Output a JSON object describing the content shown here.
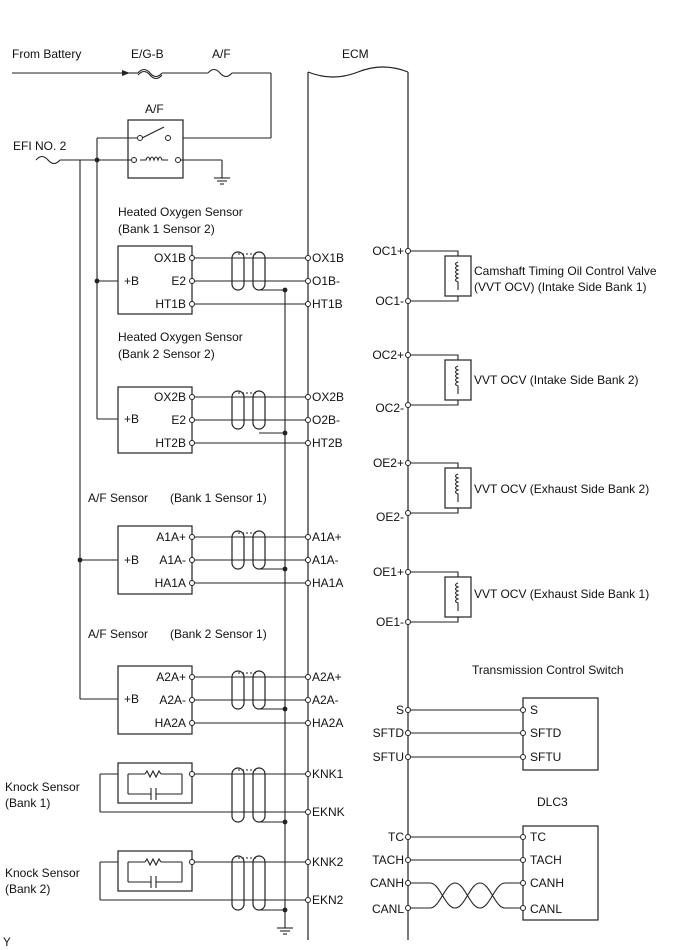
{
  "supply": {
    "from_battery": "From Battery",
    "fuse_egb": "E/G-B",
    "fuse_af": "A/F",
    "relay_af": "A/F",
    "efi_no2": "EFI NO. 2"
  },
  "ecm": {
    "title": "ECM"
  },
  "ho2_b1": {
    "title_line1": "Heated Oxygen Sensor",
    "title_line2": "(Bank 1 Sensor 2)",
    "pins": [
      "OX1B",
      "E2",
      "HT1B"
    ],
    "plus_b": "+B",
    "ecm_pins": [
      "OX1B",
      "O1B-",
      "HT1B"
    ]
  },
  "ho2_b2": {
    "title_line1": "Heated Oxygen Sensor",
    "title_line2": "(Bank 2 Sensor 2)",
    "pins": [
      "OX2B",
      "E2",
      "HT2B"
    ],
    "plus_b": "+B",
    "ecm_pins": [
      "OX2B",
      "O2B-",
      "HT2B"
    ]
  },
  "af_b1": {
    "title": "A/F Sensor",
    "title_bank": "(Bank 1 Sensor 1)",
    "pins": [
      "A1A+",
      "A1A-",
      "HA1A"
    ],
    "plus_b": "+B",
    "ecm_pins": [
      "A1A+",
      "A1A-",
      "HA1A"
    ]
  },
  "af_b2": {
    "title": "A/F Sensor",
    "title_bank": "(Bank 2 Sensor 1)",
    "pins": [
      "A2A+",
      "A2A-",
      "HA2A"
    ],
    "plus_b": "+B",
    "ecm_pins": [
      "A2A+",
      "A2A-",
      "HA2A"
    ]
  },
  "knock_b1": {
    "title_line1": "Knock Sensor",
    "title_line2": "(Bank 1)",
    "ecm_pins": [
      "KNK1",
      "EKNK"
    ]
  },
  "knock_b2": {
    "title_line1": "Knock Sensor",
    "title_line2": "(Bank 2)",
    "ecm_pins": [
      "KNK2",
      "EKN2"
    ]
  },
  "ocv": [
    {
      "pins": [
        "OC1+",
        "OC1-"
      ],
      "label_line1": "Camshaft Timing Oil Control Valve",
      "label_line2": "(VVT OCV) (Intake Side Bank 1)"
    },
    {
      "pins": [
        "OC2+",
        "OC2-"
      ],
      "label_line1": "VVT OCV (Intake Side Bank 2)",
      "label_line2": ""
    },
    {
      "pins": [
        "OE2+",
        "OE2-"
      ],
      "label_line1": "VVT OCV (Exhaust Side Bank 2)",
      "label_line2": ""
    },
    {
      "pins": [
        "OE1+",
        "OE1-"
      ],
      "label_line1": "VVT OCV (Exhaust Side Bank 1)",
      "label_line2": ""
    }
  ],
  "tcs": {
    "title": "Transmission Control Switch",
    "ecm_pins": [
      "S",
      "SFTD",
      "SFTU"
    ],
    "pins": [
      "S",
      "SFTD",
      "SFTU"
    ]
  },
  "dlc3": {
    "title": "DLC3",
    "ecm_pins": [
      "TC",
      "TACH",
      "CANH",
      "CANL"
    ],
    "pins": [
      "TC",
      "TACH",
      "CANH",
      "CANL"
    ]
  },
  "corner_mark": "Y"
}
